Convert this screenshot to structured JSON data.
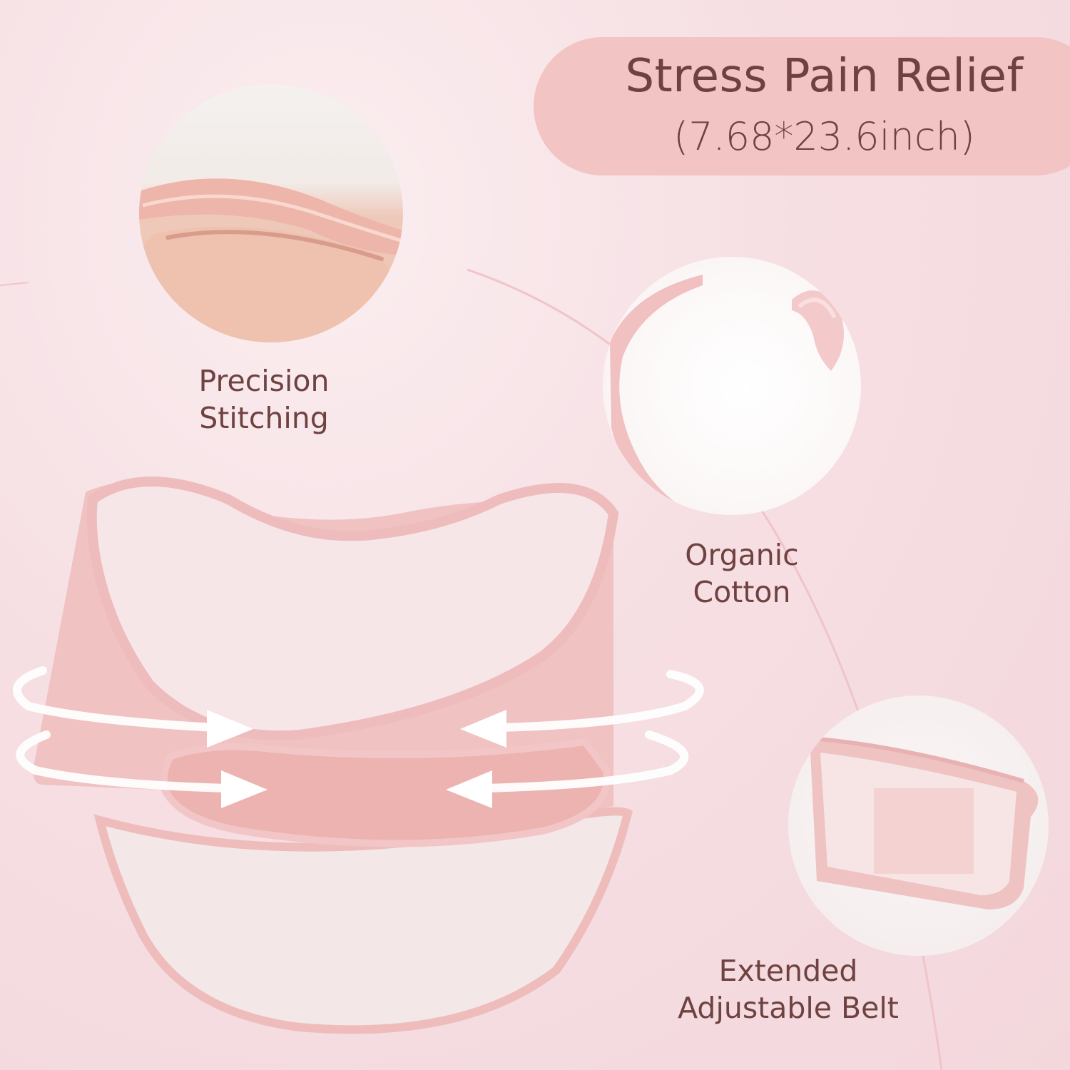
{
  "title": {
    "main": "Stress Pain Relief",
    "size": "(7.68*23.6inch)"
  },
  "features": [
    {
      "label_line1": "Precision",
      "label_line2": "Stitching"
    },
    {
      "label_line1": "Organic",
      "label_line2": "Cotton"
    },
    {
      "label_line1": "Extended",
      "label_line2": "Adjustable Belt"
    }
  ],
  "colors": {
    "background": "#f6dfe3",
    "pill": "#f2c4c4",
    "text": "#6e4240",
    "belt_pink": "#f0bfbf",
    "belt_binding": "#eab3b4",
    "belt_lining": "#f5eaea"
  }
}
